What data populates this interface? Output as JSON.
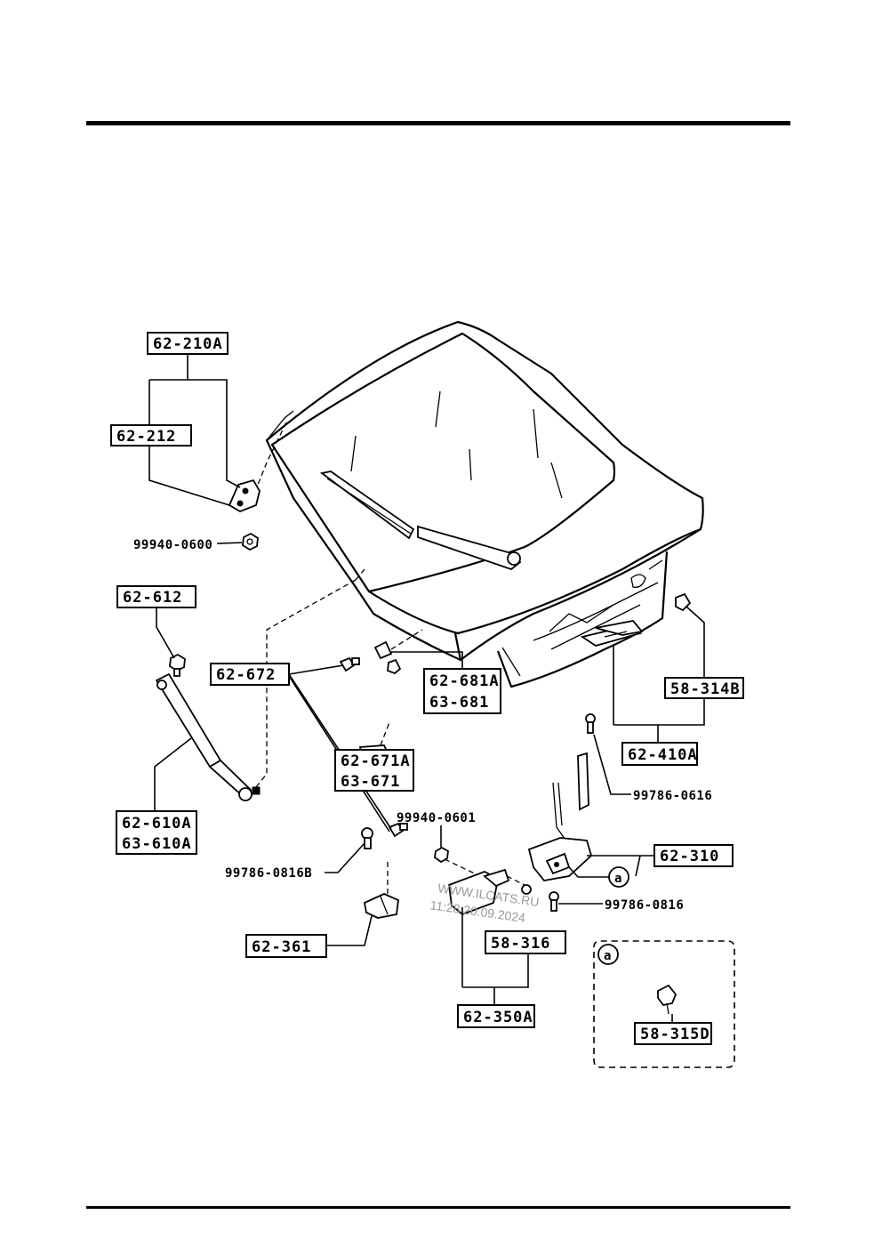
{
  "labels": {
    "l_62_210A": "62-210A",
    "l_62_212": "62-212",
    "l_99940_0600": "99940-0600",
    "l_62_612": "62-612",
    "l_62_672": "62-672",
    "l_62_681A": "62-681A",
    "l_63_681": "63-681",
    "l_62_671A": "62-671A",
    "l_63_671": "63-671",
    "l_62_610A": "62-610A",
    "l_63_610A": "63-610A",
    "l_58_314B": "58-314B",
    "l_62_410A": "62-410A",
    "l_99786_0616": "99786-0616",
    "l_99940_0601": "99940-0601",
    "l_62_310": "62-310",
    "l_99786_0816B": "99786-0816B",
    "l_99786_0816": "99786-0816",
    "l_62_361": "62-361",
    "l_58_316": "58-316",
    "l_62_350A": "62-350A",
    "l_58_315D": "58-315D"
  },
  "callouts": {
    "a_main": "a",
    "a_inset": "a"
  },
  "watermark": {
    "line1": "WWW.ILCATS.RU",
    "line2": "11:28 20.09.2024"
  }
}
